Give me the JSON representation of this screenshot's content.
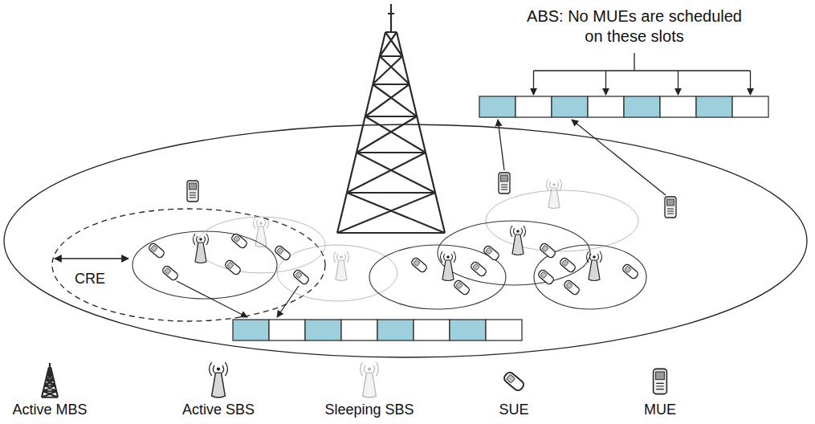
{
  "diagram": {
    "labels": [
      "ABS: No MUEs are scheduled on these slots",
      "CRE"
    ],
    "legend": [
      {
        "text": "Active MBS"
      },
      {
        "text": "Active SBS"
      },
      {
        "text": "Sleeping SBS"
      },
      {
        "text": "SUE"
      },
      {
        "text": "MUE"
      }
    ]
  }
}
